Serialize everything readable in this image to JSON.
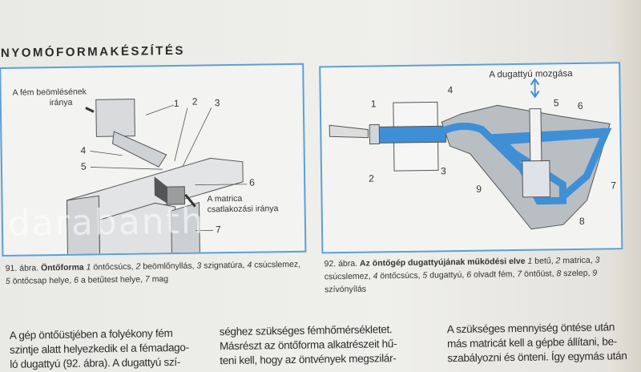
{
  "heading": "NYOMÓFORMAKÉSZÍTÉS",
  "figure91": {
    "label_inflow": "A fém beömlésének",
    "label_inflow2": "iránya",
    "label_matrix": "A matrica",
    "label_matrix2": "csatlakozási iránya",
    "numbers": [
      "1",
      "2",
      "3",
      "4",
      "5",
      "6",
      "7"
    ],
    "caption_num": "91. ábra.",
    "caption_title": "Öntőforma",
    "caption_text": [
      {
        "n": "1",
        "t": "öntőcsúcs,"
      },
      {
        "n": "2",
        "t": "beömlőnyllás,"
      },
      {
        "n": "3",
        "t": "szignatúra,"
      },
      {
        "n": "4",
        "t": "csúcslemez,"
      },
      {
        "n": "5",
        "t": "öntőcsap helye,"
      },
      {
        "n": "6",
        "t": "a betűtest helye,"
      },
      {
        "n": "7",
        "t": "mag"
      }
    ]
  },
  "figure92": {
    "label_motion": "A dugattyú mozgása",
    "numbers": [
      "1",
      "2",
      "3",
      "4",
      "5",
      "6",
      "7",
      "8",
      "9"
    ],
    "caption_num": "92. ábra.",
    "caption_title": "Az öntőgép dugattyújának működési elve",
    "caption_text": [
      {
        "n": "1",
        "t": "betű,"
      },
      {
        "n": "2",
        "t": "matrica,"
      },
      {
        "n": "3",
        "t": "csúcslemez,"
      },
      {
        "n": "4",
        "t": "öntőcsúcs,"
      },
      {
        "n": "5",
        "t": "dugattyú,"
      },
      {
        "n": "6",
        "t": "olvadt fém,"
      },
      {
        "n": "7",
        "t": "öntőüst,"
      },
      {
        "n": "8",
        "t": "szelep,"
      },
      {
        "n": "9",
        "t": "szívónyílás"
      }
    ]
  },
  "body": {
    "col1": [
      "A gép öntőüstjében a folyékony fém",
      "szintje alatt helyezkedik el a fémadago-",
      "ló dugattyú (92. ábra). A dugattyú szí-"
    ],
    "col2": [
      "séghez szükséges fémhőmérsékletet.",
      "Másrészt az öntőforma alkatrészeit hű-",
      "teni kell, hogy az öntvények megszilár-"
    ],
    "col3": [
      "A szükséges mennyiség öntése után",
      "más matricát kell a gépbe állítani, be-",
      "szabályozni és önteni. Így egymás után"
    ]
  },
  "watermark": "darabanth",
  "colors": {
    "frame": "#5c9fd6",
    "metal": "#3f8fd6"
  }
}
